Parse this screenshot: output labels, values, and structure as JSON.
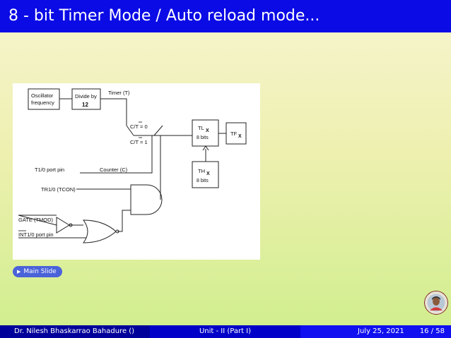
{
  "slide": {
    "title": "8 - bit Timer Mode / Auto reload mode..."
  },
  "diagram": {
    "oscillator_line1": "Oscillator",
    "oscillator_line2": "frequency",
    "divide_label": "Divide by",
    "divide_value": "12",
    "timer_label": "Timer (T)",
    "ct0_label": "C/T = 0",
    "ct1_label": "C/T = 1",
    "tl_label": "TL",
    "tl_sub": "X",
    "tl_bits": "8 bits",
    "tf_label": "TF",
    "tf_sub": "X",
    "th_label": "TH",
    "th_sub": "X",
    "th_bits": "8 bits",
    "port_pin_label": "T1/0 port pin",
    "counter_label": "Counter (C)",
    "tr_label": "TR1/0 (TCON)",
    "gate_label": "GATE (TMOD)",
    "int_label": "INT1/0 port pin"
  },
  "nav": {
    "main_slide_label": "Main Slide"
  },
  "footer": {
    "author": "Dr. Nilesh Bhaskarrao Bahadure  ()",
    "unit": "Unit - II (Part I)",
    "date": "July 25, 2021",
    "page": "16 / 58"
  },
  "colors": {
    "title_bar": "#0b0be6",
    "footer_left": "#00009a",
    "footer_mid": "#0000c8",
    "footer_right": "#1010f0",
    "button": "#4a63d9"
  }
}
